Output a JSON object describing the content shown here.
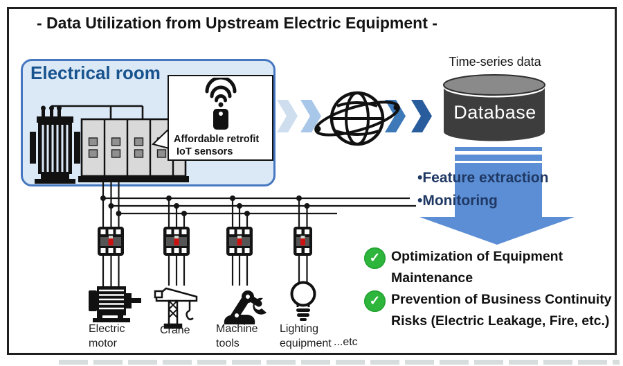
{
  "title": "- Data Utilization from Upstream Electric Equipment -",
  "electrical_room": {
    "label": "Electrical room",
    "callout": {
      "line1": "Affordable retrofit",
      "line2": "IoT sensors"
    }
  },
  "pipeline": {
    "time_series_label": "Time-series data",
    "database_label": "Database",
    "process_bullets": [
      "•Feature extraction",
      "•Monitoring"
    ]
  },
  "outcomes": [
    {
      "line1": "Optimization of Equipment",
      "line2": "Maintenance"
    },
    {
      "line1": "Prevention of Business Continuity",
      "line2": "Risks (Electric Leakage, Fire, etc.)"
    }
  ],
  "equipment": [
    {
      "line1": "Electric",
      "line2": "motor"
    },
    {
      "line1": "Crane"
    },
    {
      "line1": "Machine",
      "line2": "tools"
    },
    {
      "line1": "Lighting",
      "line2": "equipment"
    }
  ],
  "etc_label": "...etc",
  "icons": {
    "check_glyph": "✓",
    "names": [
      "wifi-icon",
      "iot-sensor-icon",
      "globe-network-icon",
      "database-cylinder",
      "transformer-icon",
      "switchgear-panels",
      "circuit-breaker-icon",
      "electric-motor-icon",
      "crane-icon",
      "robot-arm-icon",
      "light-bulb-icon",
      "check-icon",
      "chevron-arrow-icon",
      "down-arrow-icon"
    ]
  },
  "colors": {
    "room_background": "#dbe8f6",
    "room_border": "#4577c0",
    "room_title_text": "#17538e",
    "chevron_1": "#cfdeef",
    "chevron_2": "#a9c7e8",
    "chevron_3": "#3d79b8",
    "chevron_4": "#285c9d",
    "down_arrow_blue": "#5b8ed4",
    "bullet_text_navy": "#1f3864",
    "database_body": "#3d3d3d",
    "database_top": "#8a8a8a",
    "check_green": "#2db53c",
    "breaker_red": "#cc1111",
    "line_black": "#151515"
  }
}
